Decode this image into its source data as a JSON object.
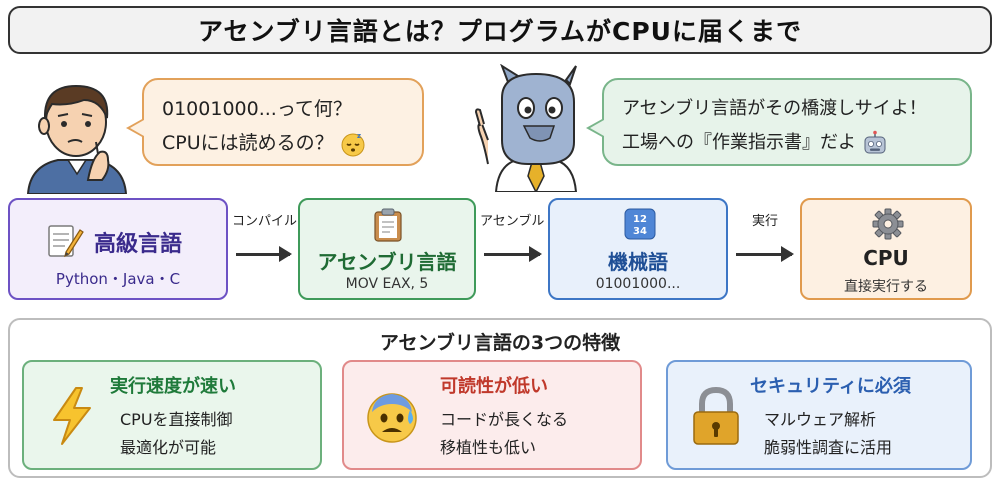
{
  "title": "アセンブリ言語とは？プログラムがCPUに届くまで",
  "speech": {
    "left_line1": "01001000...って何？",
    "left_line2": "CPUには読めるの？",
    "right_line1": "アセンブリ言語がその橋渡しサイよ！",
    "right_line2": "工場への『作業指示書』だよ"
  },
  "flow": {
    "stages": [
      {
        "title": "高級言語",
        "sub": "Python・Java・C"
      },
      {
        "title": "アセンブリ言語",
        "sub": "MOV EAX, 5"
      },
      {
        "title": "機械語",
        "sub": "01001000..."
      },
      {
        "title": "CPU",
        "sub": "直接実行する"
      }
    ],
    "arrows": [
      "コンパイル",
      "アセンブル",
      "実行"
    ]
  },
  "features": {
    "heading": "アセンブリ言語の3つの特徴",
    "cards": [
      {
        "title": "実行速度が速い",
        "line1": "CPUを直接制御",
        "line2": "最適化が可能"
      },
      {
        "title": "可読性が低い",
        "line1": "コードが長くなる",
        "line2": "移植性も低い"
      },
      {
        "title": "セキュリティに必須",
        "line1": "マルウェア解析",
        "line2": "脆弱性調査に活用"
      }
    ]
  },
  "colors": {
    "high_level": "#6d52c4",
    "assembly": "#3f9a5a",
    "machine": "#3d76c5",
    "cpu": "#e09a4d",
    "speed": "#1f7a3a",
    "readability": "#c0392b",
    "security": "#2b5fb0"
  },
  "icons": {
    "high_level": "memo-icon",
    "assembly": "clipboard-icon",
    "machine": "number-keycap-icon",
    "cpu": "gear-icon",
    "speed": "lightning-icon",
    "readability": "anxious-face-icon",
    "security": "padlock-icon"
  }
}
